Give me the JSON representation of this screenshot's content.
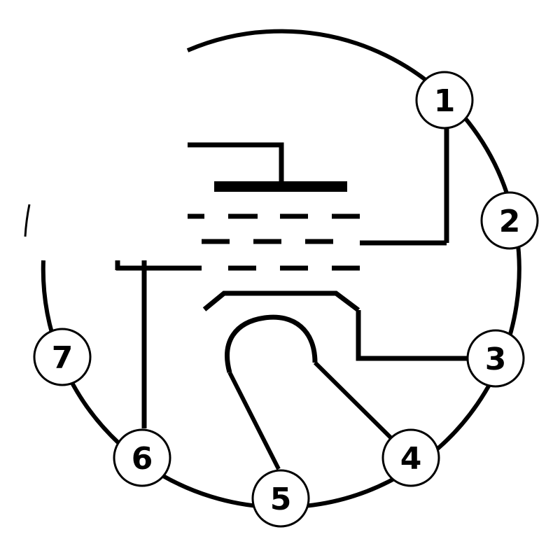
{
  "colors": {
    "stroke": "#000000",
    "background": "#ffffff"
  },
  "pins": [
    {
      "id": "pin-1",
      "label": "1"
    },
    {
      "id": "pin-2",
      "label": "2"
    },
    {
      "id": "pin-3",
      "label": "3"
    },
    {
      "id": "pin-4",
      "label": "4"
    },
    {
      "id": "pin-5",
      "label": "5"
    },
    {
      "id": "pin-6",
      "label": "6"
    },
    {
      "id": "pin-7",
      "label": "7"
    }
  ]
}
